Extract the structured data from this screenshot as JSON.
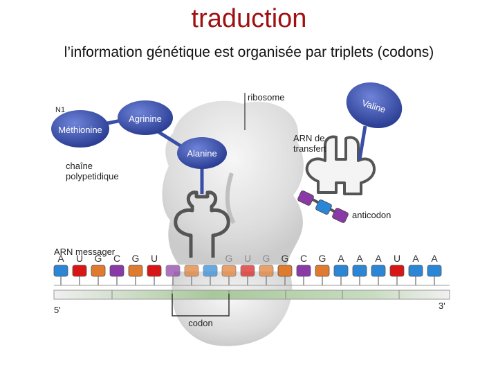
{
  "title": "traduction",
  "subtitle": "l’information génétique est organisée par triplets (codons)",
  "colors": {
    "title": "#a01010",
    "A": "#2b86d6",
    "U": "#d81616",
    "G": "#e07a2e",
    "C": "#8a3aa6",
    "amino_acid": "#3a4ea8",
    "ribosome": "#d7d7d7"
  },
  "diagram": {
    "labels": {
      "n1": "N1",
      "chain_line1": "chaîne",
      "chain_line2": "polypetidique",
      "ribosome": "ribosome",
      "trna_line1": "ARN de",
      "trna_line2": "transfert",
      "anticodon": "anticodon",
      "mrna": "ARN messager",
      "five_prime": "5'",
      "three_prime": "3'",
      "codon": "codon"
    },
    "amino_acids": [
      "Méthionine",
      "Agrinine",
      "Alanine",
      "Valine"
    ],
    "mrna_sequence": [
      "A",
      "U",
      "G",
      "C",
      "G",
      "U",
      "",
      "",
      "",
      "G",
      "U",
      "G",
      "G",
      "C",
      "G",
      "A",
      "A",
      "A",
      "U",
      "A",
      "A"
    ],
    "mrna_beads": [
      "A",
      "U",
      "G",
      "C",
      "G",
      "U",
      "C",
      "G",
      "A",
      "G",
      "U",
      "G",
      "G",
      "C",
      "G",
      "A",
      "A",
      "A",
      "U",
      "A",
      "A"
    ],
    "anticodon_beads": [
      "C",
      "A",
      "C"
    ]
  }
}
